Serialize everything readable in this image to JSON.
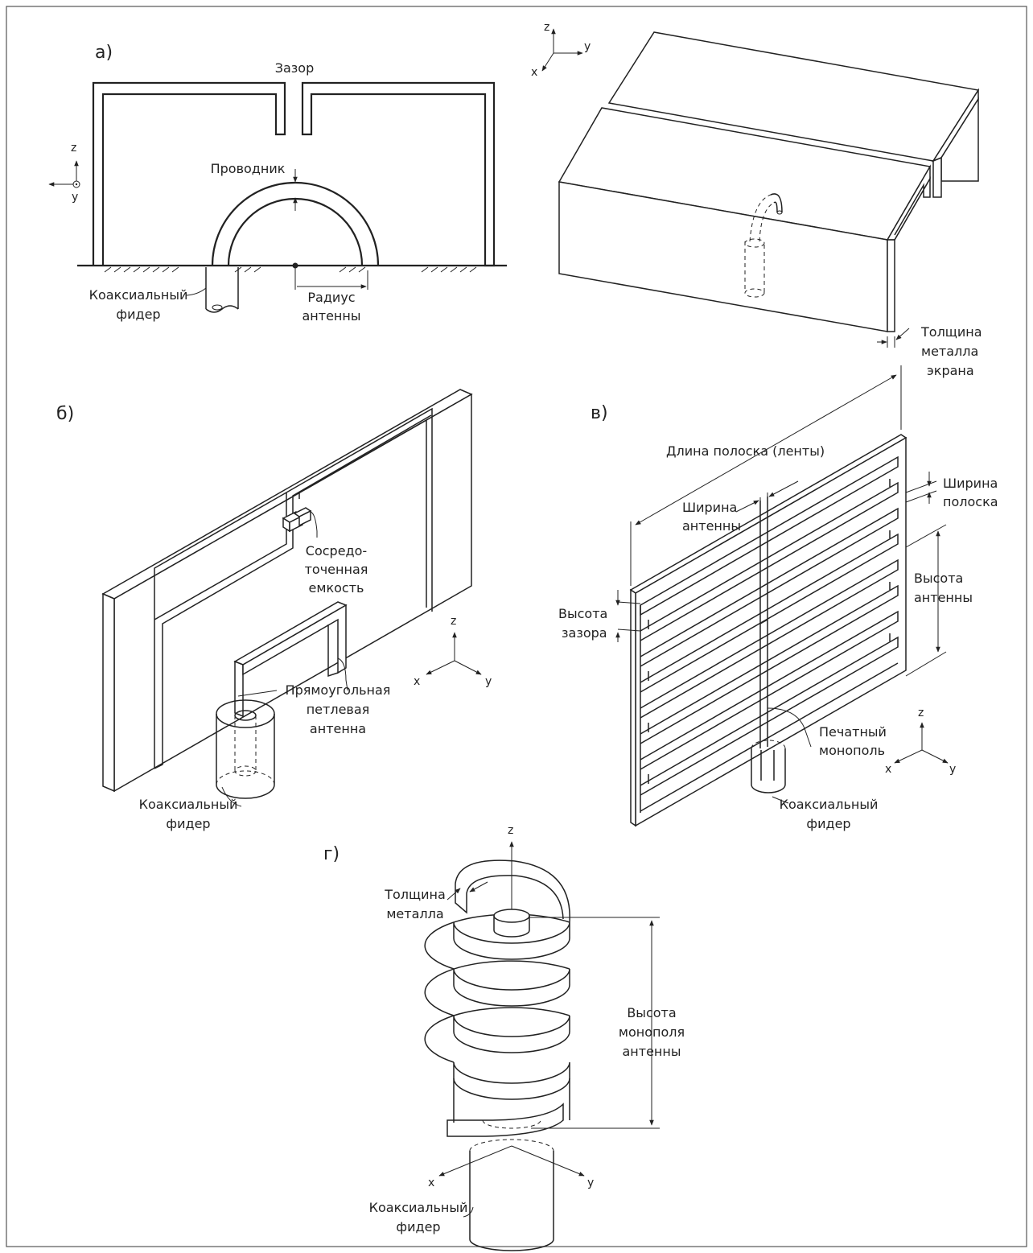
{
  "panels": {
    "a": {
      "label": "а)",
      "gap": "Зазор",
      "conductor": "Проводник",
      "feeder_line1": "Коаксиальный",
      "feeder_line2": "фидер",
      "radius_line1": "Радиус",
      "radius_line2": "антенны",
      "axis_z": "z",
      "axis_y": "y"
    },
    "a_iso": {
      "axis_z": "z",
      "axis_x": "x",
      "axis_y": "y",
      "thickness_line1": "Толщина",
      "thickness_line2": "металла",
      "thickness_line3": "экрана"
    },
    "b": {
      "label": "б)",
      "cap_line1": "Сосредо-",
      "cap_line2": "точенная",
      "cap_line3": "емкость",
      "loop_line1": "Прямоугольная",
      "loop_line2": "петлевая",
      "loop_line3": "антенна",
      "feeder_line1": "Коаксиальный",
      "feeder_line2": "фидер",
      "axis_z": "z",
      "axis_x": "x",
      "axis_y": "y"
    },
    "v": {
      "label": "в)",
      "strip_length": "Длина полоска (ленты)",
      "antenna_width_line1": "Ширина",
      "antenna_width_line2": "антенны",
      "strip_width_line1": "Ширина",
      "strip_width_line2": "полоска",
      "antenna_height_line1": "Высота",
      "antenna_height_line2": "антенны",
      "gap_height_line1": "Высота",
      "gap_height_line2": "зазора",
      "monopole_line1": "Печатный",
      "monopole_line2": "монополь",
      "feeder_line1": "Коаксиальный",
      "feeder_line2": "фидер",
      "axis_z": "z",
      "axis_x": "x",
      "axis_y": "y"
    },
    "g": {
      "label": "г)",
      "thickness_line1": "Толщина",
      "thickness_line2": "металла",
      "height_line1": "Высота",
      "height_line2": "монополя",
      "height_line3": "антенны",
      "feeder_line1": "Коаксиальный",
      "feeder_line2": "фидер",
      "axis_z": "z",
      "axis_x": "x",
      "axis_y": "y"
    }
  }
}
